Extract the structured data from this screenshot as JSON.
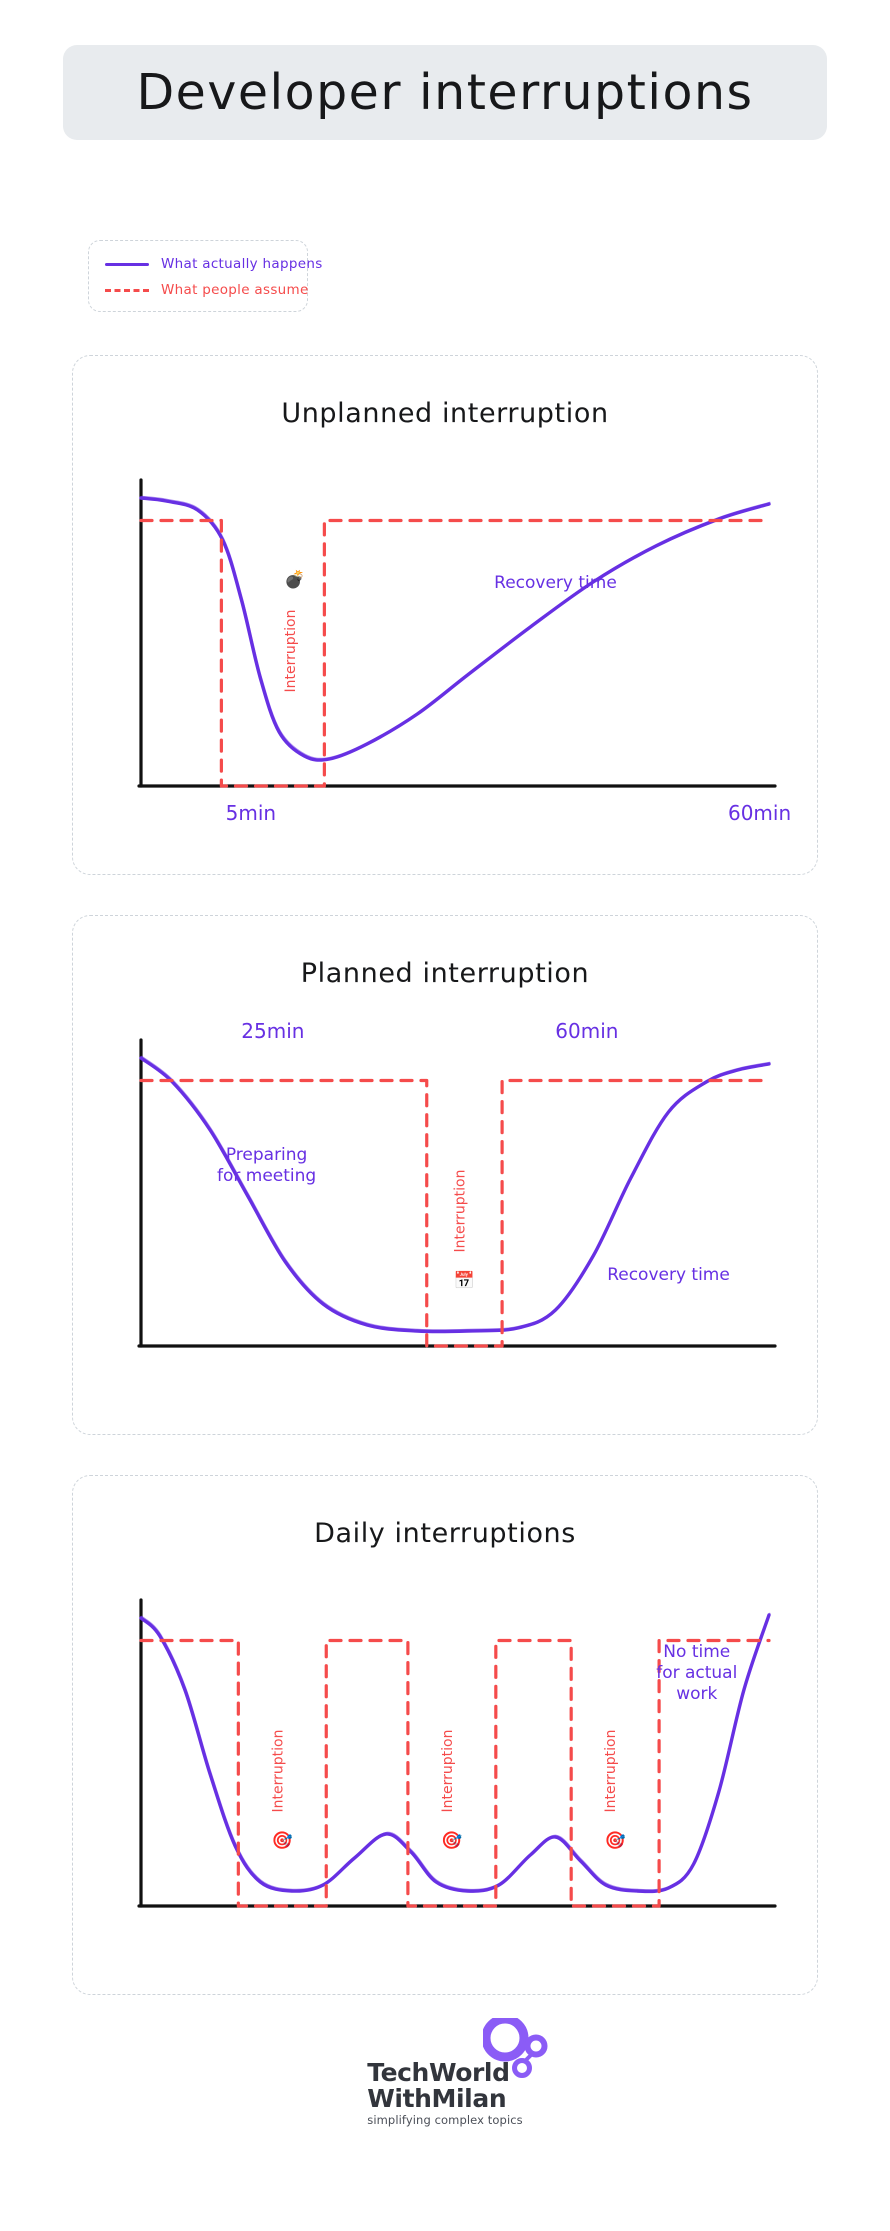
{
  "header": {
    "title": "Developer interruptions"
  },
  "legend": {
    "items": [
      {
        "label": "What actually happens",
        "style": "solid",
        "color": "#6730e3"
      },
      {
        "label": "What people assume",
        "style": "dashed",
        "color": "#f54b4b"
      }
    ]
  },
  "colors": {
    "actual": "#6730e3",
    "assumed": "#f54b4b",
    "axis": "#111111",
    "panel_border": "#ced4da",
    "title_bg": "#e8ebee",
    "text": "#17181a"
  },
  "footer": {
    "logo_line1": "TechWorld",
    "logo_line2": "WithMilan",
    "logo_tagline": "simplifying complex topics"
  },
  "chart_data": [
    {
      "type": "line",
      "title": "Unplanned interruption",
      "xlabel": "",
      "ylabel": "",
      "grid": false,
      "legend_position": "top-left-external",
      "xticks": [
        "5min",
        "60min"
      ],
      "xtick_positions": [
        0.175,
        0.985
      ],
      "annotations": [
        {
          "text": "Interruption",
          "color": "#f54b4b",
          "orientation": "vertical",
          "x": 0.245,
          "y": 0.45
        },
        {
          "text": "Recovery time",
          "color": "#6730e3",
          "orientation": "horizontal",
          "x": 0.66,
          "y": 0.66
        },
        {
          "text": "bomb-emoji",
          "glyph": "💣",
          "x": 0.245,
          "y": 0.67
        }
      ],
      "series": [
        {
          "name": "What actually happens",
          "style": "solid",
          "color": "#6730e3",
          "x": [
            0.0,
            0.04,
            0.09,
            0.13,
            0.16,
            0.19,
            0.22,
            0.26,
            0.3,
            0.36,
            0.44,
            0.52,
            0.62,
            0.72,
            0.82,
            0.92,
            1.0
          ],
          "y": [
            0.96,
            0.95,
            0.92,
            0.82,
            0.62,
            0.36,
            0.18,
            0.1,
            0.09,
            0.14,
            0.24,
            0.37,
            0.53,
            0.68,
            0.8,
            0.89,
            0.94
          ]
        },
        {
          "name": "What people assume",
          "style": "dashed",
          "color": "#f54b4b",
          "step": true,
          "x": [
            0.0,
            0.128,
            0.128,
            0.292,
            0.292,
            1.0
          ],
          "y": [
            0.885,
            0.885,
            0.0,
            0.0,
            0.885,
            0.885
          ]
        }
      ]
    },
    {
      "type": "line",
      "title": "Planned interruption",
      "xlabel": "",
      "ylabel": "",
      "grid": false,
      "legend_position": "top-left-external",
      "xticks": [
        "25min",
        "60min"
      ],
      "xtick_positions": [
        0.21,
        0.71
      ],
      "annotations": [
        {
          "text": "Preparing\nfor meeting",
          "color": "#6730e3",
          "orientation": "horizontal",
          "x": 0.2,
          "y": 0.62
        },
        {
          "text": "Interruption",
          "color": "#f54b4b",
          "orientation": "vertical",
          "x": 0.515,
          "y": 0.45
        },
        {
          "text": "Recovery time",
          "color": "#6730e3",
          "orientation": "horizontal",
          "x": 0.84,
          "y": 0.22
        },
        {
          "text": "calendar-emoji",
          "glyph": "📅",
          "x": 0.515,
          "y": 0.2
        }
      ],
      "series": [
        {
          "name": "What actually happens",
          "style": "solid",
          "color": "#6730e3",
          "x": [
            0.0,
            0.05,
            0.11,
            0.17,
            0.23,
            0.29,
            0.36,
            0.44,
            0.52,
            0.6,
            0.66,
            0.72,
            0.78,
            0.84,
            0.9,
            0.95,
            1.0
          ],
          "y": [
            0.96,
            0.88,
            0.72,
            0.5,
            0.28,
            0.14,
            0.07,
            0.05,
            0.05,
            0.06,
            0.12,
            0.3,
            0.56,
            0.78,
            0.88,
            0.92,
            0.94
          ]
        },
        {
          "name": "What people assume",
          "style": "dashed",
          "color": "#f54b4b",
          "step": true,
          "x": [
            0.0,
            0.455,
            0.455,
            0.575,
            0.575,
            1.0
          ],
          "y": [
            0.885,
            0.885,
            0.0,
            0.0,
            0.885,
            0.885
          ]
        }
      ]
    },
    {
      "type": "line",
      "title": "Daily interruptions",
      "xlabel": "",
      "ylabel": "",
      "grid": false,
      "legend_position": "top-left-external",
      "xticks": [],
      "xtick_positions": [],
      "annotations": [
        {
          "text": "Interruption",
          "color": "#f54b4b",
          "orientation": "vertical",
          "x": 0.225,
          "y": 0.45
        },
        {
          "text": "Interruption",
          "color": "#f54b4b",
          "orientation": "vertical",
          "x": 0.495,
          "y": 0.45
        },
        {
          "text": "Interruption",
          "color": "#f54b4b",
          "orientation": "vertical",
          "x": 0.755,
          "y": 0.45
        },
        {
          "text": "No time\nfor actual\nwork",
          "color": "#6730e3",
          "orientation": "horizontal",
          "x": 0.885,
          "y": 0.83
        },
        {
          "text": "target-emoji",
          "glyph": "🎯",
          "x": 0.225,
          "y": 0.2
        },
        {
          "text": "target-emoji",
          "glyph": "🎯",
          "x": 0.495,
          "y": 0.2
        },
        {
          "text": "target-emoji",
          "glyph": "🎯",
          "x": 0.755,
          "y": 0.2
        }
      ],
      "series": [
        {
          "name": "What actually happens",
          "style": "solid",
          "color": "#6730e3",
          "x": [
            0.0,
            0.03,
            0.07,
            0.11,
            0.15,
            0.19,
            0.24,
            0.29,
            0.34,
            0.39,
            0.43,
            0.47,
            0.52,
            0.57,
            0.62,
            0.66,
            0.7,
            0.74,
            0.79,
            0.84,
            0.88,
            0.92,
            0.96,
            1.0
          ],
          "y": [
            0.96,
            0.9,
            0.72,
            0.44,
            0.2,
            0.08,
            0.05,
            0.07,
            0.16,
            0.24,
            0.18,
            0.08,
            0.05,
            0.07,
            0.17,
            0.23,
            0.15,
            0.07,
            0.05,
            0.06,
            0.14,
            0.38,
            0.72,
            0.97
          ]
        },
        {
          "name": "What people assume",
          "style": "dashed",
          "color": "#f54b4b",
          "step": true,
          "x": [
            0.0,
            0.155,
            0.155,
            0.295,
            0.295,
            0.425,
            0.425,
            0.565,
            0.565,
            0.685,
            0.685,
            0.825,
            0.825,
            1.0
          ],
          "y": [
            0.885,
            0.885,
            0.0,
            0.0,
            0.885,
            0.885,
            0.0,
            0.0,
            0.885,
            0.885,
            0.0,
            0.0,
            0.885,
            0.885
          ]
        }
      ]
    }
  ]
}
